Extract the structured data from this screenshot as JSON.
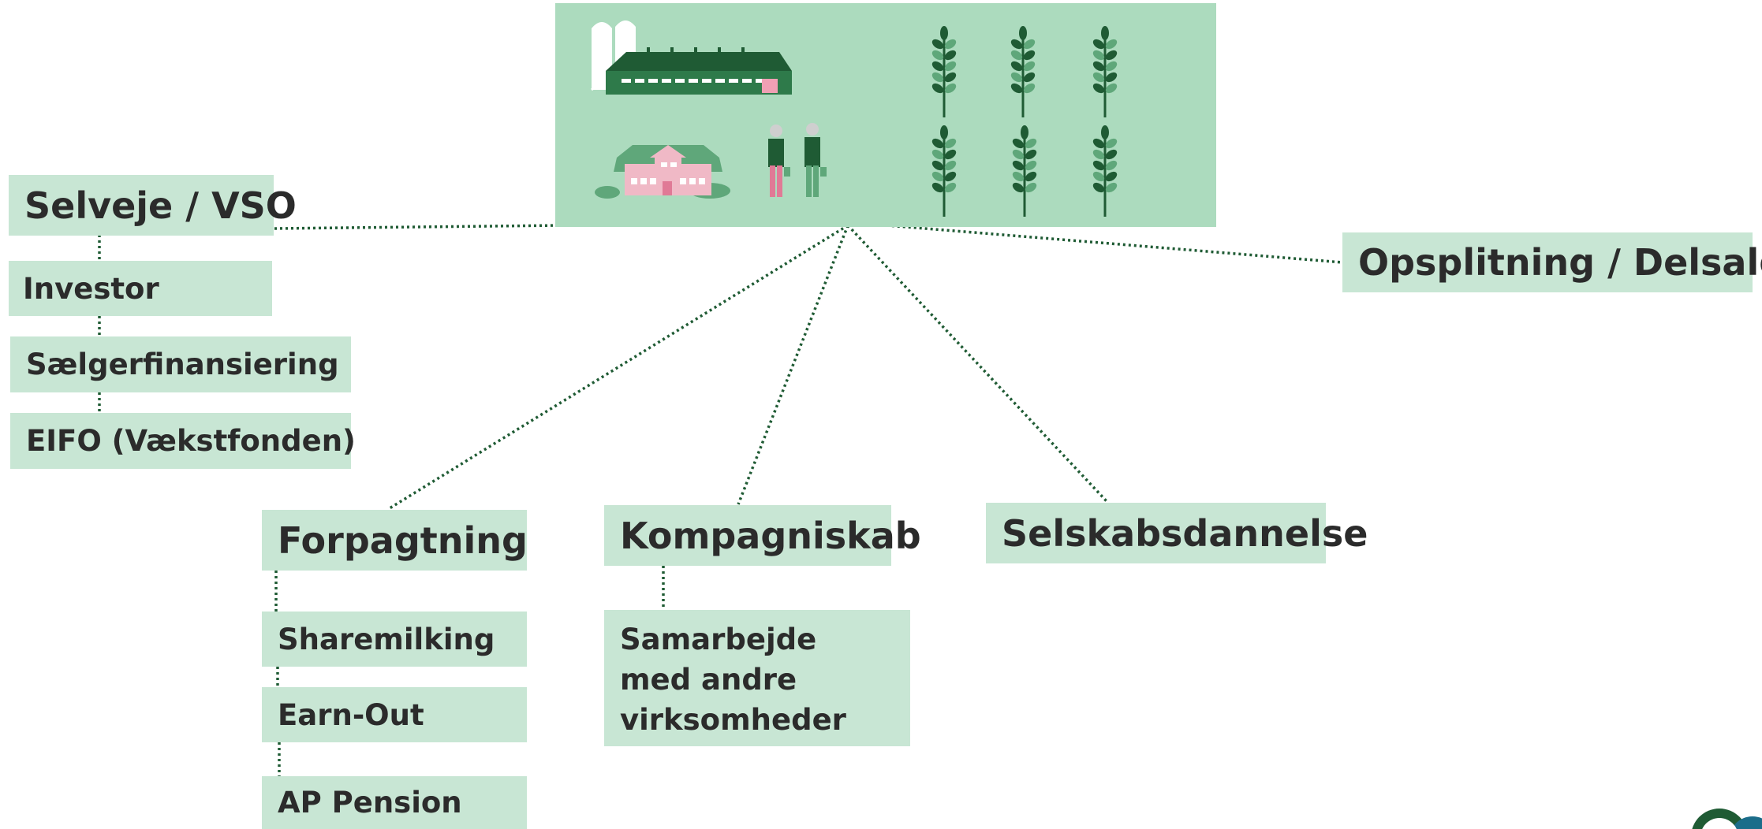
{
  "nodes": {
    "selveje": "Selveje / VSO",
    "investor": "Investor",
    "saelgerfinansiering": "Sælgerfinansiering",
    "eifo": "EIFO (Vækstfonden)",
    "opsplitning": "Opsplitning / Delsalg",
    "forpagtning": "Forpagtning",
    "sharemilking": "Sharemilking",
    "earnout": "Earn-Out",
    "appension": "AP Pension",
    "kompagniskab": "Kompagniskab",
    "samarbejde": "Samarbejde med andre virksomheder",
    "selskabsdannelse": "Selskabsdannelse"
  },
  "colors": {
    "box_fill": "#c8e6d4",
    "illustration_bg": "#acdbbe",
    "dark_green": "#1f5b34",
    "connector": "#1f5b34",
    "pink": "#f0b9c6"
  },
  "icons": [
    "barn-icon",
    "silo-icon",
    "farmhouse-icon",
    "farmer-couple-icon",
    "wheat-icon"
  ]
}
